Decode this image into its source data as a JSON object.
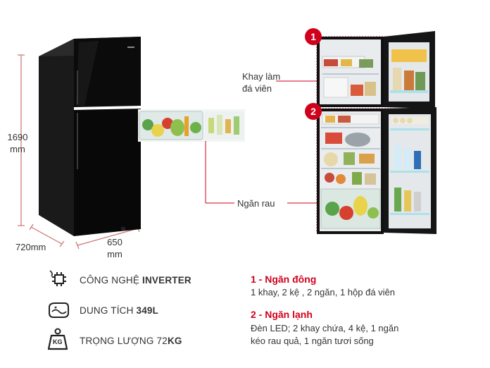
{
  "dimensions": {
    "height_value": "1690",
    "height_unit": "mm",
    "depth_label": "720mm",
    "width_value": "650",
    "width_unit": "mm"
  },
  "callouts": {
    "freezer_number": "1",
    "fridge_number": "2",
    "ice_tray_label_line1": "Khay làm",
    "ice_tray_label_line2": "đá viên",
    "veg_drawer_label": "Ngăn rau"
  },
  "features": [
    {
      "prefix": "CÔNG NGHỆ ",
      "bold": "INVERTER",
      "suffix": "",
      "icon": "inverter-chip-icon"
    },
    {
      "prefix": "DUNG TÍCH ",
      "bold": "349L",
      "suffix": "",
      "icon": "capacity-icon"
    },
    {
      "prefix": "TRỌNG LƯỢNG 72",
      "bold": "KG",
      "suffix": "",
      "icon": "weight-kg-icon",
      "icon_text": "KG"
    }
  ],
  "compartments": {
    "freezer_title": "1 - Ngăn đông",
    "freezer_desc": "1 khay, 2 kệ , 2 ngăn, 1 hộp đá viên",
    "fridge_title": "2 - Ngăn lạnh",
    "fridge_desc_line1": "Đèn LED; 2 khay chứa, 4 kệ, 1 ngăn",
    "fridge_desc_line2": "kéo rau quả, 1 ngăn tươi sống"
  },
  "colors": {
    "accent_red": "#d0021b",
    "fridge_body": "#0b0b0b",
    "dim_line": "#c9736f"
  }
}
